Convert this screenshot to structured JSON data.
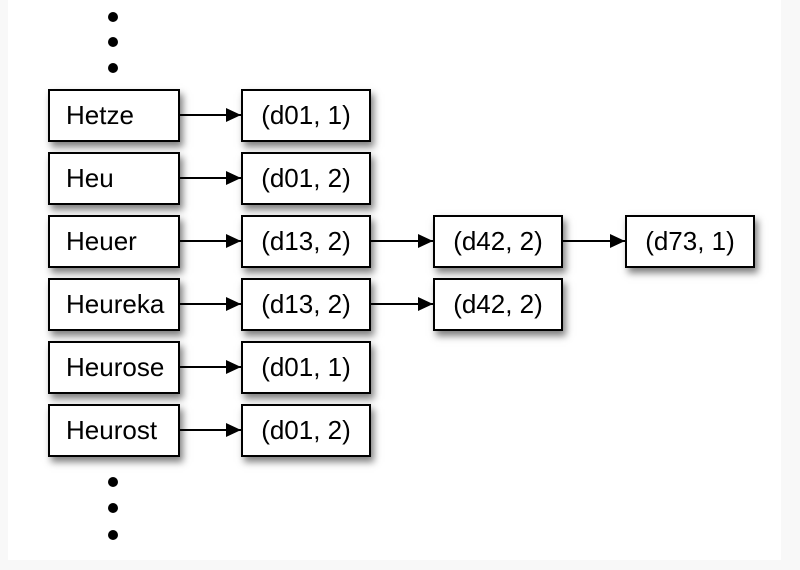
{
  "colors": {
    "page_background": "#f8f8f8",
    "canvas_background": "#ffffff",
    "box_fill": "#ffffff",
    "box_border": "#000000",
    "arrow": "#000000",
    "text": "#000000"
  },
  "diagram": {
    "type": "inverted-index-linked-list",
    "rows": [
      {
        "term": "Hetze",
        "postings": [
          "(d01, 1)"
        ]
      },
      {
        "term": "Heu",
        "postings": [
          "(d01, 2)"
        ]
      },
      {
        "term": "Heuer",
        "postings": [
          "(d13, 2)",
          "(d42, 2)",
          "(d73, 1)"
        ]
      },
      {
        "term": "Heureka",
        "postings": [
          "(d13, 2)",
          "(d42, 2)"
        ]
      },
      {
        "term": "Heurose",
        "postings": [
          "(d01, 1)"
        ]
      },
      {
        "term": "Heurost",
        "postings": [
          "(d01, 2)"
        ]
      }
    ],
    "ellipsis": {
      "top_dots": 3,
      "bottom_dots": 3
    }
  }
}
